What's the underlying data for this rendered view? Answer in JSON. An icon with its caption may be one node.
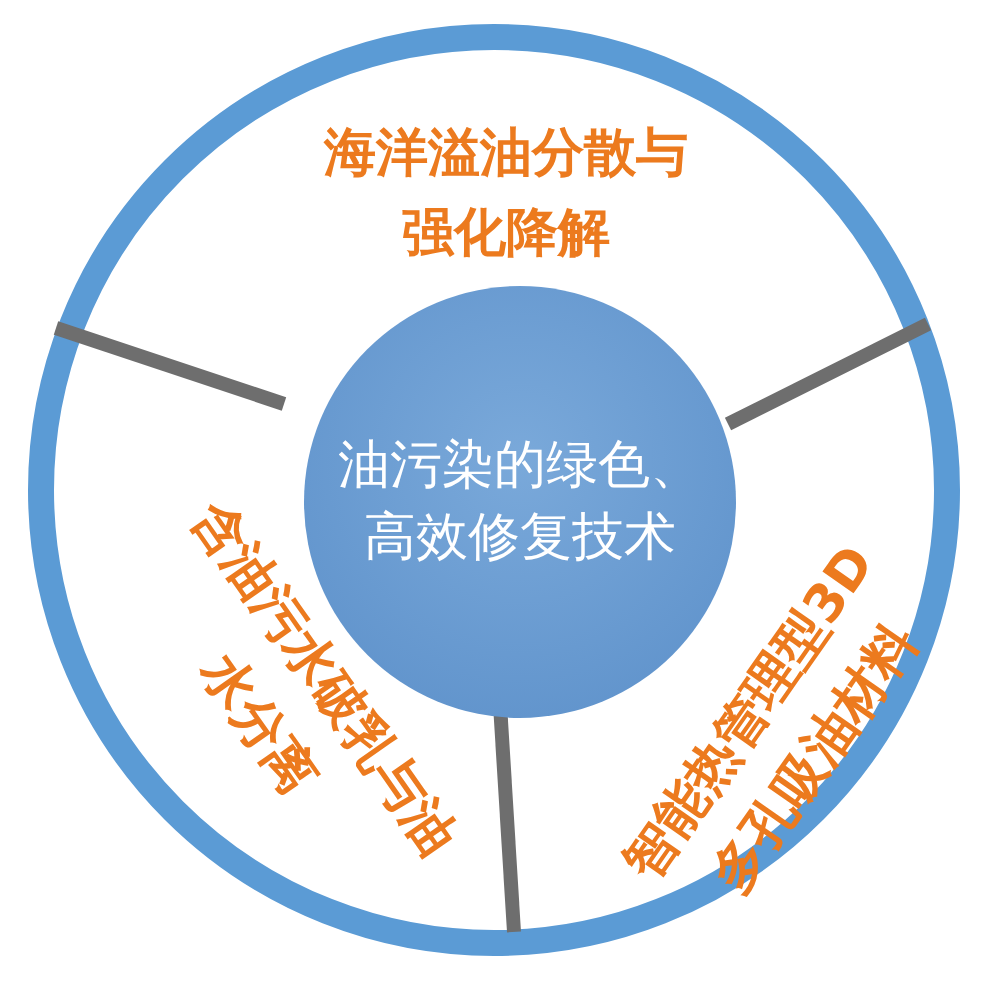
{
  "diagram": {
    "nodes": [
      {
        "text": [],
        "shape": "circle"
      },
      {
        "text": [
          "油污染的绿色、高效修复技术"
        ],
        "in": 0
      },
      {
        "text": [
          "海洋溢油分散与强化降解"
        ],
        "in": 0
      },
      {
        "text": [
          "含油污水破乳与油水分离"
        ],
        "in": 0
      },
      {
        "text": [
          "智能热管理型3D多孔吸油材料"
        ],
        "in": 0
      }
    ]
  }
}
